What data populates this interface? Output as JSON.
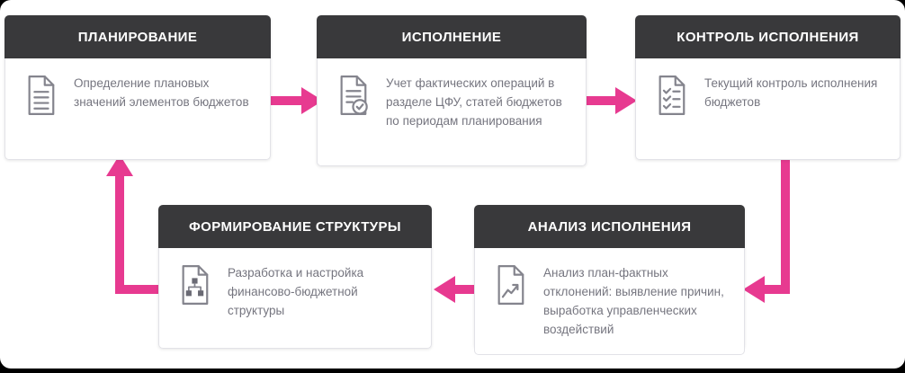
{
  "colors": {
    "header_bg": "#39393b",
    "header_text": "#ffffff",
    "body_text": "#75757f",
    "arrow": "#e73a90",
    "border": "#e2e2e7",
    "icon_stroke": "#84848d",
    "surface": "#ffffff",
    "frame": "#000000"
  },
  "boxes": [
    {
      "id": "planning",
      "title": "ПЛАНИРОВАНИЕ",
      "description": "Определение плановых значений элементов бюджетов",
      "icon": "document-lines-icon"
    },
    {
      "id": "execution",
      "title": "ИСПОЛНЕНИЕ",
      "description": "Учет фактических операций в разделе ЦФУ, статей бюджетов по периодам планирования",
      "icon": "document-check-icon"
    },
    {
      "id": "execution-control",
      "title": "КОНТРОЛЬ ИСПОЛНЕНИЯ",
      "description": "Текущий контроль исполнения бюджетов",
      "icon": "document-checklist-icon"
    },
    {
      "id": "structure-formation",
      "title": "ФОРМИРОВАНИЕ СТРУКТУРЫ",
      "description": "Разработка и настройка финансово-бюджетной структуры",
      "icon": "document-hierarchy-icon"
    },
    {
      "id": "execution-analysis",
      "title": "АНАЛИЗ ИСПОЛНЕНИЯ",
      "description": "Анализ план-фактных отклонений: выявление причин, выработка управленческих воздействий",
      "icon": "document-chart-icon"
    }
  ],
  "arrows": [
    {
      "from": "planning",
      "to": "execution",
      "shape": "right"
    },
    {
      "from": "execution",
      "to": "execution-control",
      "shape": "right"
    },
    {
      "from": "execution-control",
      "to": "execution-analysis",
      "shape": "down-then-left"
    },
    {
      "from": "execution-analysis",
      "to": "structure-formation",
      "shape": "left"
    },
    {
      "from": "structure-formation",
      "to": "planning",
      "shape": "left-then-up"
    }
  ]
}
